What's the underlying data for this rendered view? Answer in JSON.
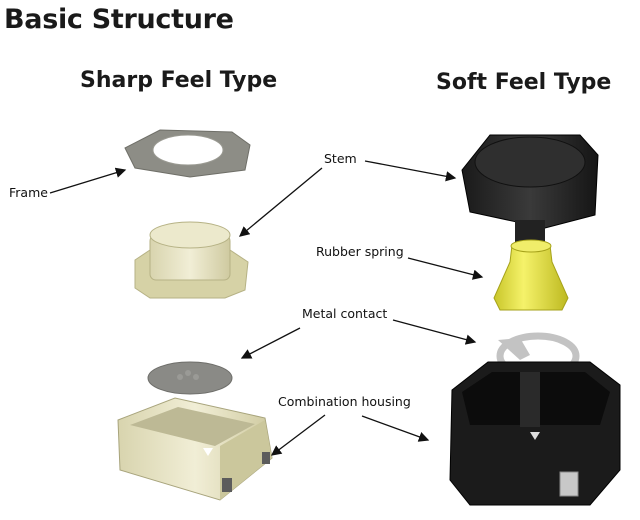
{
  "title": "Basic Structure",
  "columns": {
    "left": "Sharp Feel Type",
    "right": "Soft Feel Type"
  },
  "labels": {
    "frame": "Frame",
    "stem": "Stem",
    "rubber_spring": "Rubber spring",
    "metal_contact": "Metal contact",
    "combination_housing": "Combination housing"
  },
  "colors": {
    "sharp_parts": "#e4e0bf",
    "soft_stem": "#2b2b2b",
    "rubber_spring": "#e9e64a",
    "metal": "#bfbfbf",
    "soft_housing": "#1e1e1e"
  }
}
